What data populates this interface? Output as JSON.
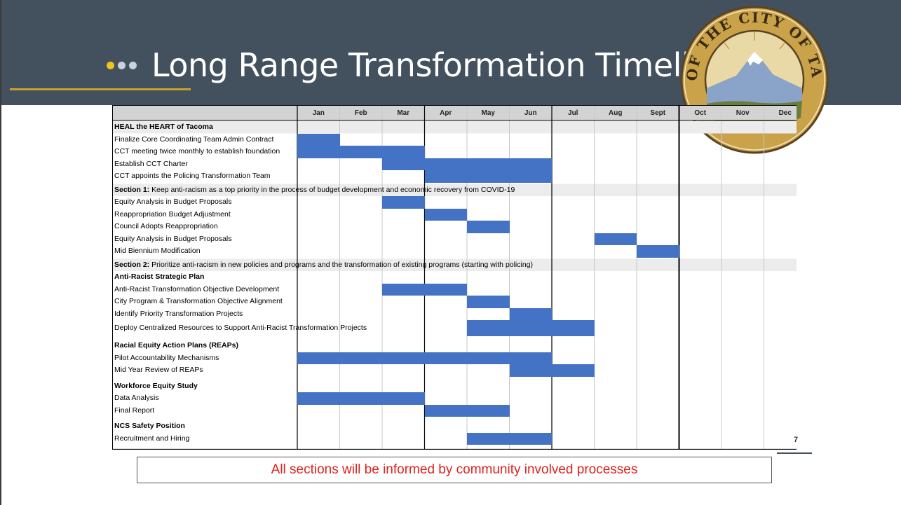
{
  "title": "Long Range Transformation Timeline",
  "colors": {
    "band": "#43515f",
    "accent": "#c9a227",
    "bar": "#4472c4",
    "footer_text": "#e0201c"
  },
  "title_dots": [
    "#f0c419",
    "#c9d1dc",
    "#c9d1dc"
  ],
  "seal": {
    "name": "seal-of-the-city-of-tacoma",
    "text": "SEAL OF THE CITY OF TACOMA"
  },
  "timeline": {
    "months": [
      "Jan",
      "Feb",
      "Mar",
      "Apr",
      "May",
      "Jun",
      "Jul",
      "Aug",
      "Sept",
      "Oct",
      "Nov",
      "Dec"
    ],
    "rows": [
      {
        "label": "HEAL the HEART of Tacoma",
        "kind": "group"
      },
      {
        "label": "Finalize Core Coordinating Team Admin Contract",
        "kind": "task",
        "from": 1,
        "to": 1
      },
      {
        "label": "CCT meeting twice monthly to establish foundation",
        "kind": "task",
        "from": 1,
        "to": 3
      },
      {
        "label": "Establish CCT Charter",
        "kind": "task",
        "from": 3,
        "to": 6
      },
      {
        "label": "CCT appoints the Policing Transformation Team",
        "kind": "task",
        "from": 4,
        "to": 6
      },
      {
        "label": "Section 1:",
        "rest": " Keep anti-racism as a top priority in the process of budget development and economic recovery from COVID-19",
        "kind": "section"
      },
      {
        "label": "Equity Analysis in Budget Proposals",
        "kind": "task",
        "from": 3,
        "to": 3
      },
      {
        "label": "Reappropriation Budget Adjustment",
        "kind": "task",
        "from": 4,
        "to": 4
      },
      {
        "label": "Council Adopts Reappropriation",
        "kind": "task",
        "from": 5,
        "to": 5
      },
      {
        "label": "Equity Analysis in Budget Proposals",
        "kind": "task",
        "from": 8,
        "to": 8
      },
      {
        "label": "Mid Biennium Modification",
        "kind": "task",
        "from": 9,
        "to": 9
      },
      {
        "label": "Section 2:",
        "rest": " Prioritize anti-racism in new policies and programs and the transformation of existing programs (starting with policing)",
        "kind": "section"
      },
      {
        "label": "Anti-Racist Strategic Plan",
        "kind": "group"
      },
      {
        "label": "Anti-Racist Transformation Objective Development",
        "kind": "task",
        "from": 3,
        "to": 4
      },
      {
        "label": "City Program & Transformation Objective Alignment",
        "kind": "task",
        "from": 5,
        "to": 5
      },
      {
        "label": "Identify Priority Transformation Projects",
        "kind": "task",
        "from": 6,
        "to": 6
      },
      {
        "label": "Deploy Centralized Resources to Support Anti-Racist Transformation Projects",
        "kind": "task",
        "from": 5,
        "to": 7,
        "tall": true
      },
      {
        "label": "Racial Equity Action Plans (REAPs)",
        "kind": "group"
      },
      {
        "label": "Pilot Accountability Mechanisms",
        "kind": "task",
        "from": 1,
        "to": 6
      },
      {
        "label": "Mid Year Review of REAPs",
        "kind": "task",
        "from": 6,
        "to": 7
      },
      {
        "label": "Workforce Equity Study",
        "kind": "group"
      },
      {
        "label": "Data Analysis",
        "kind": "task",
        "from": 1,
        "to": 3
      },
      {
        "label": "Final Report",
        "kind": "task",
        "from": 4,
        "to": 5
      },
      {
        "label": "NCS Safety Position",
        "kind": "group"
      },
      {
        "label": "Recruitment and Hiring",
        "kind": "task",
        "from": 5,
        "to": 6
      }
    ]
  },
  "page_number": "7",
  "footer": "All sections will be informed by community involved processes"
}
